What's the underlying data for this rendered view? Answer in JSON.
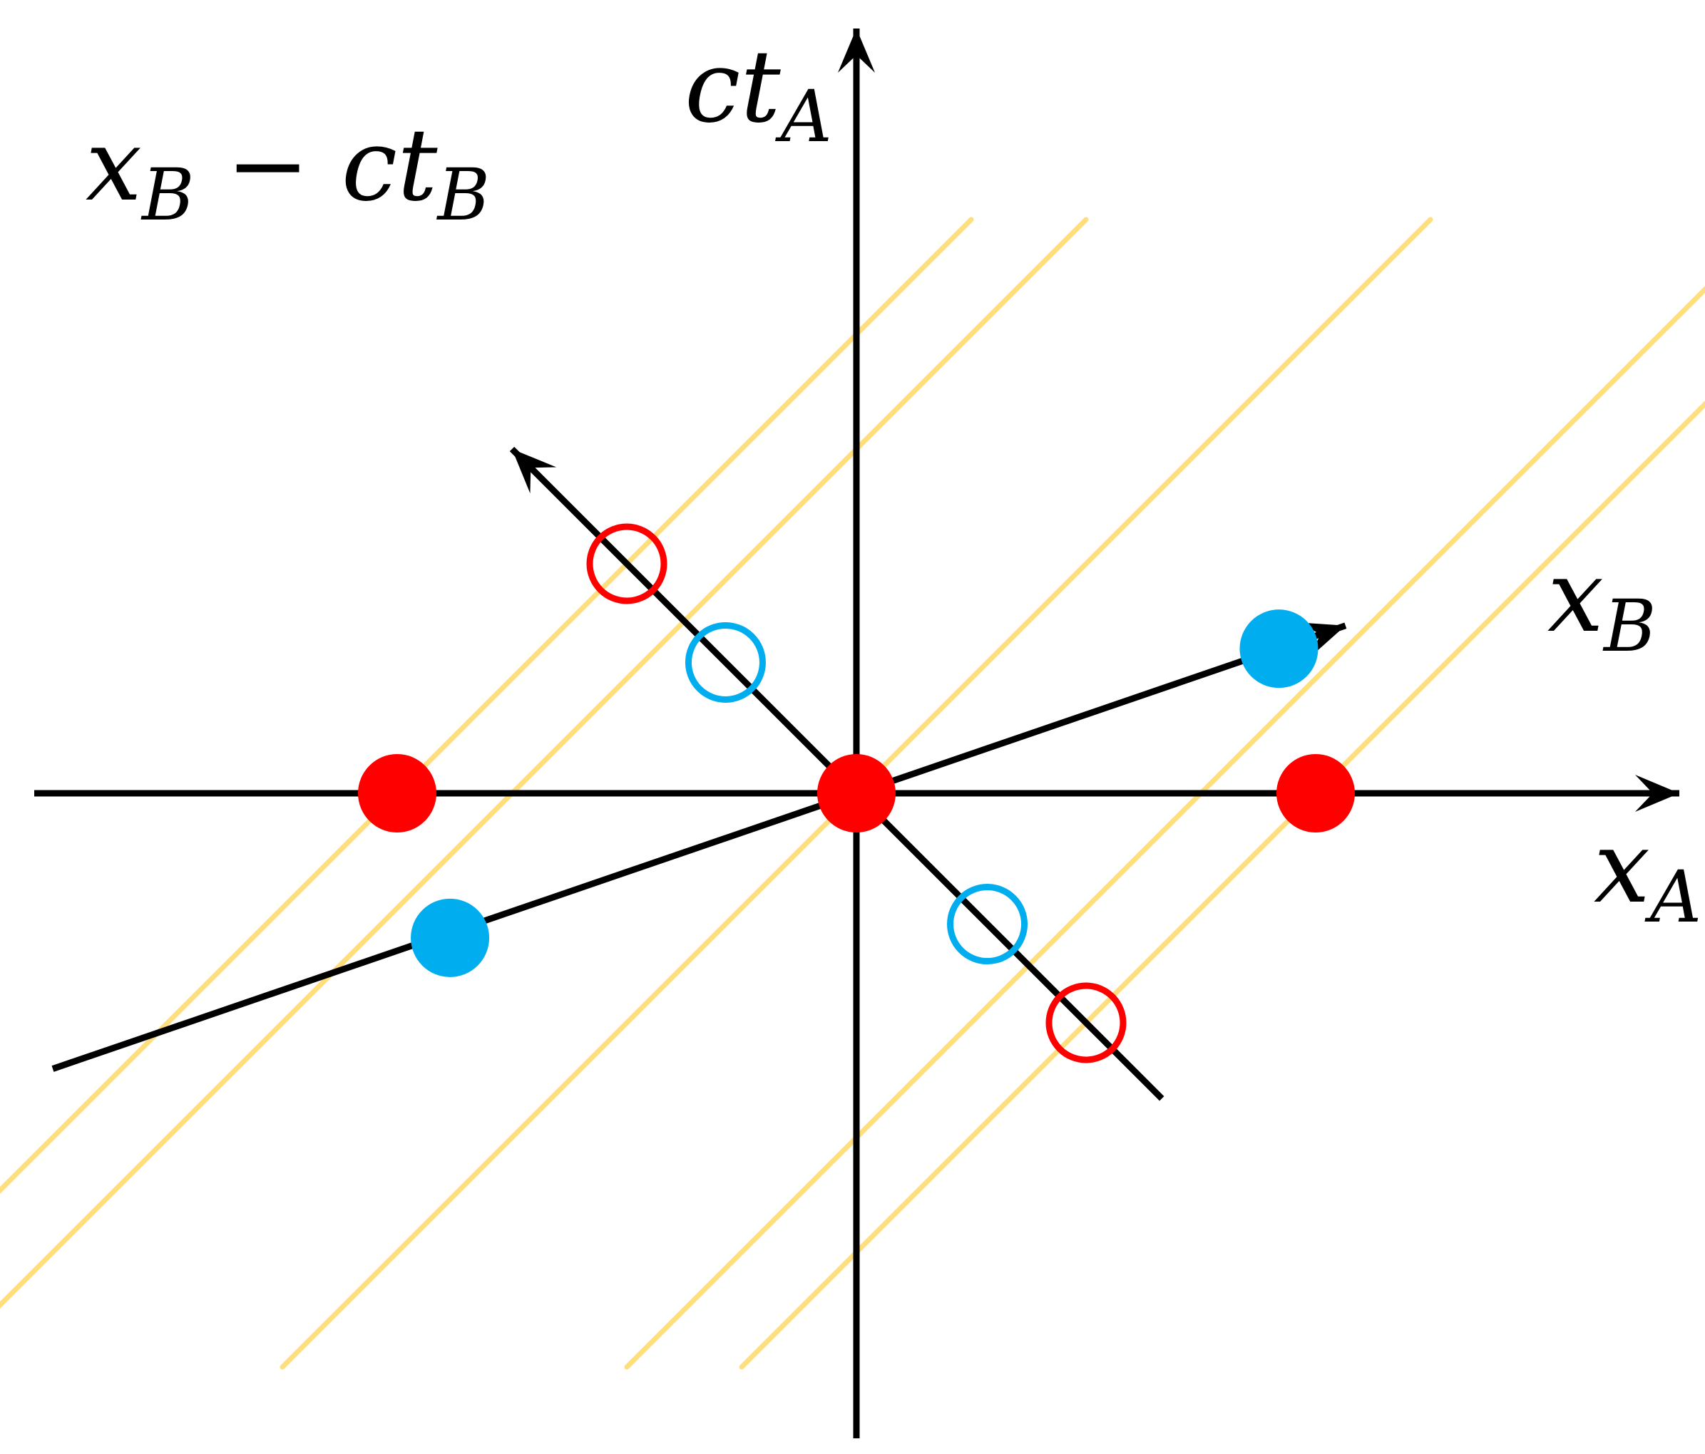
{
  "labels": {
    "ct_a": {
      "main": "ct",
      "sub": "A"
    },
    "x_a": {
      "main": "x",
      "sub": "A"
    },
    "x_b": {
      "main": "x",
      "sub": "B"
    },
    "x_b_minus_ct_b": {
      "main1": "x",
      "sub1": "B",
      "op": " − ",
      "main2": "ct",
      "sub2": "B"
    }
  },
  "colors": {
    "axis": "#000000",
    "light_ray": "#FFD866",
    "red_event": "#FF0000",
    "blue_event": "#00AEEF"
  },
  "light_rays": [
    {
      "id": "ray-1",
      "intercept": -2
    },
    {
      "id": "ray-2",
      "intercept": -1.5
    },
    {
      "id": "ray-3",
      "intercept": 0
    },
    {
      "id": "ray-4",
      "intercept": 1.5
    },
    {
      "id": "ray-5",
      "intercept": 2
    }
  ],
  "events": {
    "red_filled": [
      {
        "x": -2,
        "ct": 0
      },
      {
        "x": 0,
        "ct": 0
      },
      {
        "x": 2,
        "ct": 0
      }
    ],
    "blue_filled": [
      {
        "x": 1.84,
        "ct": 0.63
      },
      {
        "x": -1.77,
        "ct": -0.63
      }
    ],
    "red_hollow": [
      {
        "x": -1,
        "ct": 1
      },
      {
        "x": 1,
        "ct": -1
      }
    ],
    "blue_hollow": [
      {
        "x": -0.57,
        "ct": 0.57
      },
      {
        "x": 0.57,
        "ct": -0.57
      }
    ]
  }
}
